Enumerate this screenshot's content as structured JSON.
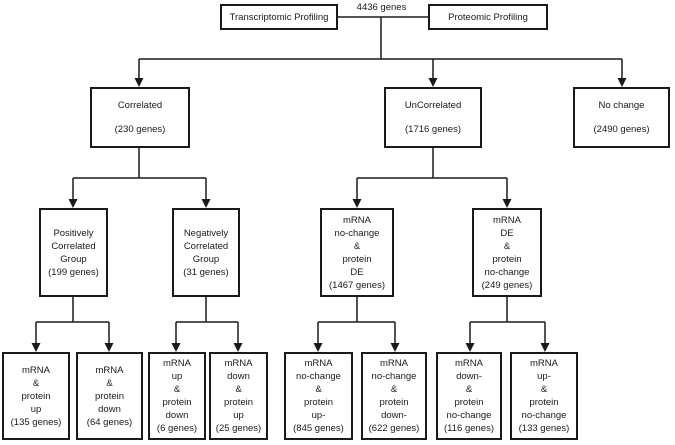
{
  "colors": {
    "line": "#1a1a1a",
    "box_border": "#1a1a1a",
    "box_background": "#ffffff",
    "text": "#1a1a1a",
    "page_background": "#ffffff"
  },
  "top": {
    "transcriptomic_label": "Transcriptomic Profiling",
    "total_genes_label": "4436 genes",
    "proteomic_label": "Proteomic Profiling"
  },
  "level2": [
    {
      "label": "Correlated",
      "count": "(230 genes)"
    },
    {
      "label": "UnCorrelated",
      "count": "(1716 genes)"
    },
    {
      "label": "No change",
      "count": "(2490 genes)"
    }
  ],
  "level3": [
    {
      "lines": [
        "Positively",
        "Correlated",
        "Group",
        "(199 genes)"
      ]
    },
    {
      "lines": [
        "Negatively",
        "Correlated",
        "Group",
        "(31 genes)"
      ]
    },
    {
      "lines": [
        "mRNA",
        "no-change",
        "&",
        "protein",
        "DE",
        "(1467 genes)"
      ]
    },
    {
      "lines": [
        "mRNA",
        "DE",
        "&",
        "protein",
        "no-change",
        "(249 genes)"
      ]
    }
  ],
  "level4": [
    {
      "lines": [
        "mRNA",
        "&",
        "protein",
        "up",
        "(135 genes)"
      ]
    },
    {
      "lines": [
        "mRNA",
        "&",
        "protein",
        "down",
        "(64 genes)"
      ]
    },
    {
      "lines": [
        "mRNA",
        "up",
        "&",
        "protein",
        "down",
        "(6 genes)"
      ]
    },
    {
      "lines": [
        "mRNA",
        "down",
        "&",
        "protein",
        "up",
        "(25 genes)"
      ]
    },
    {
      "lines": [
        "mRNA",
        "no-change",
        "&",
        "protein",
        "up-",
        "(845 genes)"
      ]
    },
    {
      "lines": [
        "mRNA",
        "no-change",
        "&",
        "protein",
        "down-",
        "(622 genes)"
      ]
    },
    {
      "lines": [
        "mRNA",
        "down-",
        "&",
        "protein",
        "no-change",
        "(116 genes)"
      ]
    },
    {
      "lines": [
        "mRNA",
        "up-",
        "&",
        "protein",
        "no-change",
        "(133 genes)"
      ]
    }
  ]
}
